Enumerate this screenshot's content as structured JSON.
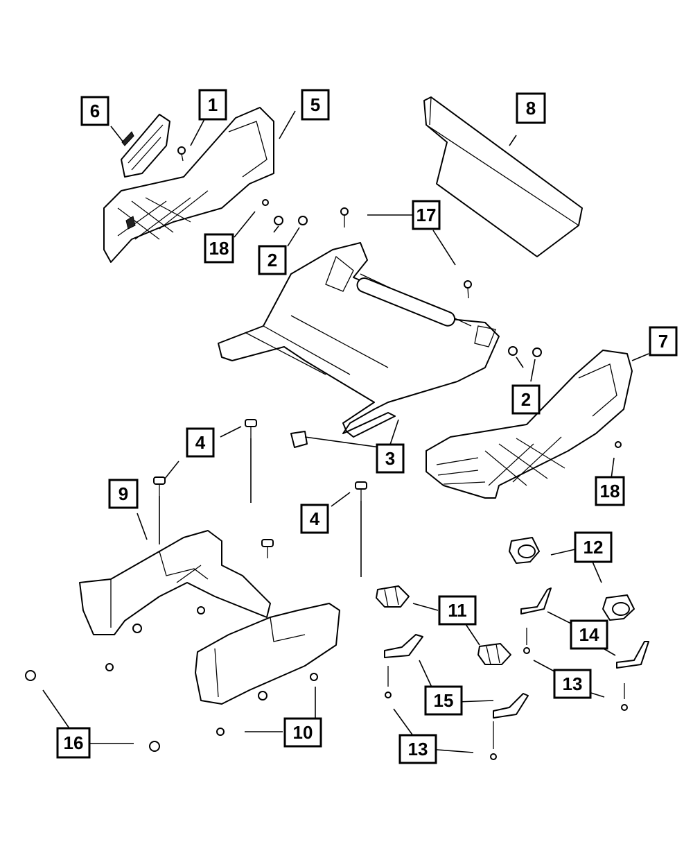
{
  "callouts": [
    {
      "id": "c1",
      "label": "1"
    },
    {
      "id": "c2a",
      "label": "2"
    },
    {
      "id": "c2b",
      "label": "2"
    },
    {
      "id": "c3",
      "label": "3"
    },
    {
      "id": "c4a",
      "label": "4"
    },
    {
      "id": "c4b",
      "label": "4"
    },
    {
      "id": "c5",
      "label": "5"
    },
    {
      "id": "c6",
      "label": "6"
    },
    {
      "id": "c7",
      "label": "7"
    },
    {
      "id": "c8",
      "label": "8"
    },
    {
      "id": "c9",
      "label": "9"
    },
    {
      "id": "c10",
      "label": "10"
    },
    {
      "id": "c11",
      "label": "11"
    },
    {
      "id": "c12",
      "label": "12"
    },
    {
      "id": "c13a",
      "label": "13"
    },
    {
      "id": "c13b",
      "label": "13"
    },
    {
      "id": "c13c",
      "label": "13"
    },
    {
      "id": "c14",
      "label": "14"
    },
    {
      "id": "c15",
      "label": "15"
    },
    {
      "id": "c16",
      "label": "16"
    },
    {
      "id": "c17",
      "label": "17"
    },
    {
      "id": "c18a",
      "label": "18"
    },
    {
      "id": "c18b",
      "label": "18"
    }
  ],
  "colors": {
    "line": "#000000",
    "background": "#ffffff"
  }
}
